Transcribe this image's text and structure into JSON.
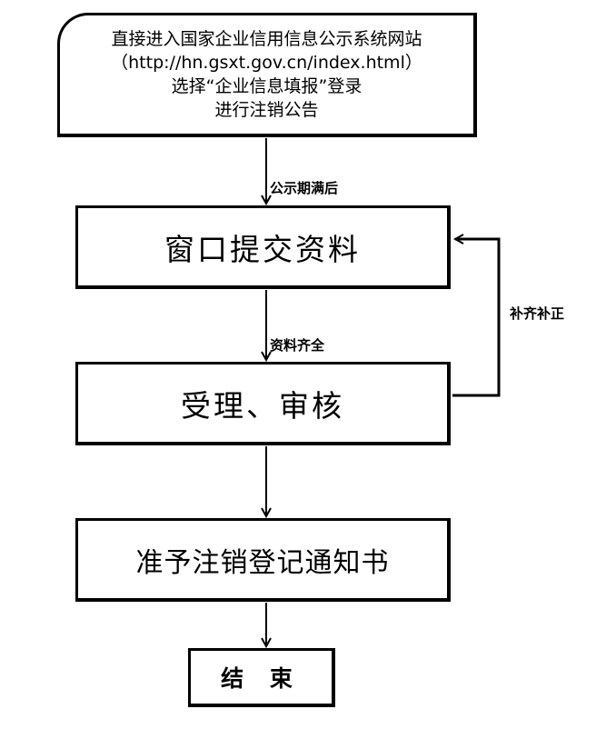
{
  "start": {
    "line1": "直接进入国家企业信用信息公示系统网站",
    "line2": "（http://hn.gsxt.gov.cn/index.html）",
    "line3": "选择“企业信息填报”登录",
    "line4": "进行注销公告"
  },
  "steps": {
    "submit": "窗口提交资料",
    "review": "受理、审核",
    "notice": "准予注销登记通知书",
    "end": "结 束"
  },
  "edges": {
    "after_publicity": "公示期满后",
    "materials_complete": "资料齐全",
    "supplement": "补齐补正"
  }
}
